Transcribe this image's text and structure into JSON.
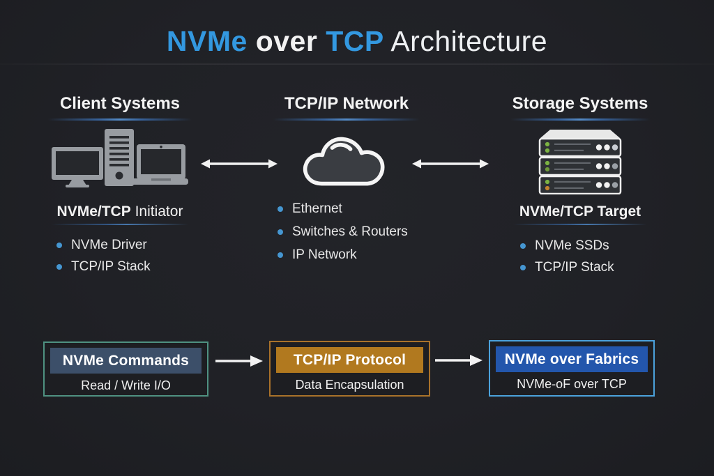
{
  "title": {
    "nvme": "NVMe",
    "over": " over ",
    "tcp": "TCP",
    "architecture": " Architecture"
  },
  "columns": {
    "client": {
      "header": "Client Systems",
      "icon": "desktop-tower-laptop-icon",
      "subheader_bold": "NVMe/TCP",
      "subheader_regular": " Initiator",
      "items": [
        "NVMe Driver",
        "TCP/IP Stack"
      ]
    },
    "network": {
      "header": "TCP/IP Network",
      "icon": "cloud-icon",
      "items": [
        "Ethernet",
        "Switches & Routers",
        "IP Network"
      ]
    },
    "storage": {
      "header": "Storage Systems",
      "icon": "server-stack-icon",
      "subheader_bold": "NVMe/TCP Target",
      "subheader_regular": "",
      "items": [
        "NVMe SSDs",
        "TCP/IP Stack"
      ]
    }
  },
  "flow": {
    "boxes": [
      {
        "header": "NVMe Commands",
        "body": "Read / Write I/O",
        "header_bg": "#3c4f69",
        "border": "#4f9181"
      },
      {
        "header": "TCP/IP Protocol",
        "body": "Data Encapsulation",
        "header_bg": "#b1791f",
        "border": "#a9722a"
      },
      {
        "header": "NVMe over Fabrics",
        "body": "NVMe-oF over TCP",
        "header_bg": "#2356ac",
        "border": "#4ba2dc"
      }
    ]
  },
  "colors": {
    "background": "#202126",
    "title_accent": "#3398e0",
    "bullet_dot": "#4596d1",
    "section_underline": "#4a86c8",
    "arrow": "#f2f2f2",
    "icon_gray": "#989ca1",
    "led_green": "#7cb342",
    "led_orange": "#c5832f"
  }
}
